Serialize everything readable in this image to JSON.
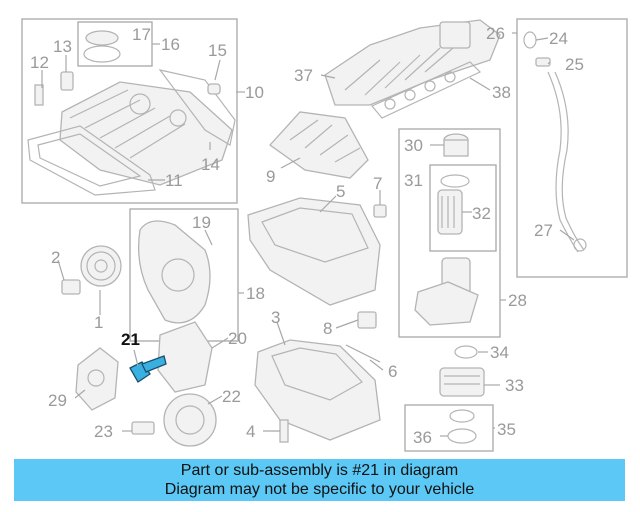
{
  "callouts": {
    "c1": "1",
    "c2": "2",
    "c3": "3",
    "c4": "4",
    "c5": "5",
    "c6": "6",
    "c7": "7",
    "c8": "8",
    "c9": "9",
    "c10": "10",
    "c11": "11",
    "c12": "12",
    "c13": "13",
    "c14": "14",
    "c15": "15",
    "c16": "16",
    "c17": "17",
    "c18": "18",
    "c19": "19",
    "c20": "20",
    "c21": "21",
    "c22": "22",
    "c23": "23",
    "c24": "24",
    "c25": "25",
    "c26": "26",
    "c27": "27",
    "c28": "28",
    "c29": "29",
    "c30": "30",
    "c31": "31",
    "c32": "32",
    "c33": "33",
    "c34": "34",
    "c35": "35",
    "c36": "36",
    "c37": "37",
    "c38": "38"
  },
  "highlighted_part": "21",
  "banner": {
    "line1": "Part or sub-assembly is #21 in diagram",
    "line2": "Diagram may not be specific to your vehicle"
  },
  "colors": {
    "banner_bg": "#5bc8f5",
    "highlight_part": "#3ab0e0",
    "line_art": "#b4b4b4",
    "label_text": "#9a9a9a"
  }
}
